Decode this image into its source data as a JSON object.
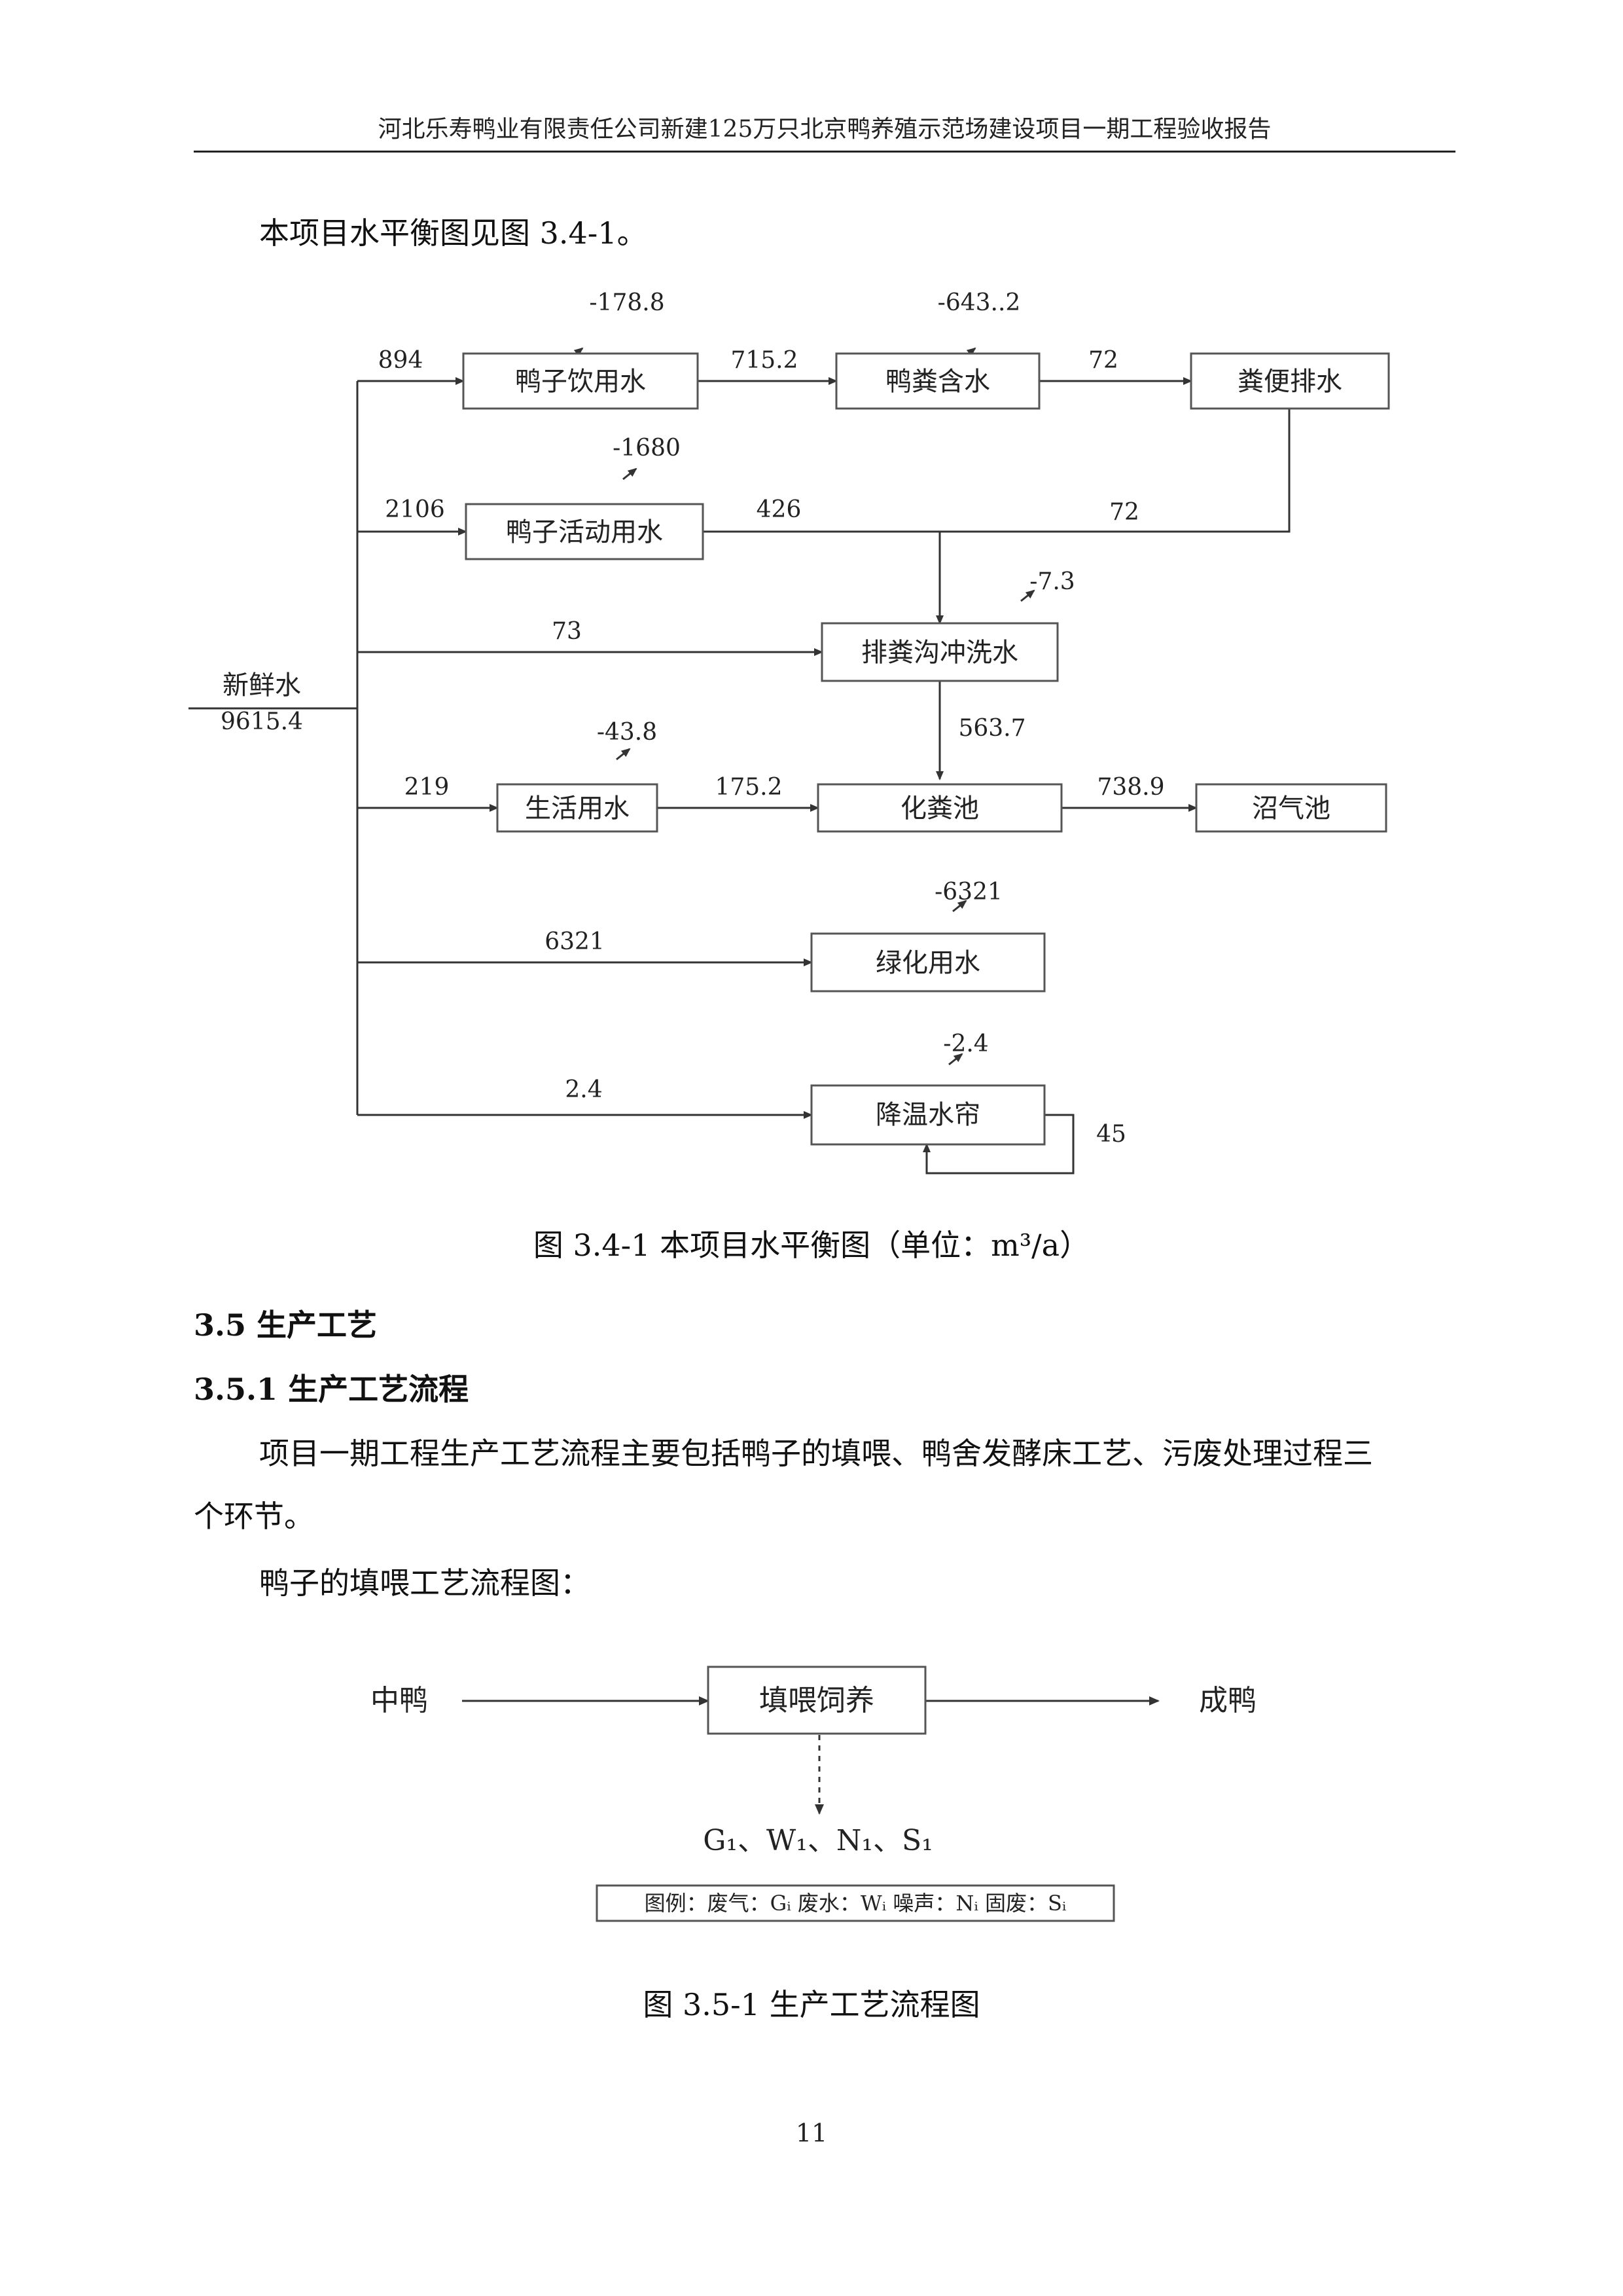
{
  "header": {
    "title": "河北乐寿鸭业有限责任公司新建125万只北京鸭养殖示范场建设项目一期工程验收报告"
  },
  "intro_sentence": "本项目水平衡图见图 3.4-1。",
  "water_diagram": {
    "source": {
      "label": "新鲜水",
      "value": "9615.4"
    },
    "boxes": {
      "duck_drink": "鸭子饮用水",
      "duck_manure_water": "鸭粪含水",
      "feces_drain": "粪便排水",
      "duck_activity": "鸭子活动用水",
      "ditch_flush": "排粪沟冲洗水",
      "domestic": "生活用水",
      "septic": "化粪池",
      "biogas": "沼气池",
      "greening": "绿化用水",
      "cooling_curtain": "降温水帘"
    },
    "flows": {
      "to_drink": "894",
      "drink_loss": "-178.8",
      "drink_to_manure": "715.2",
      "manure_loss": "-643..2",
      "manure_to_feces": "72",
      "to_activity": "2106",
      "activity_loss": "-1680",
      "activity_to_ditch": "426",
      "feces_to_ditch": "72",
      "to_ditch": "73",
      "ditch_loss": "-7.3",
      "ditch_to_septic": "563.7",
      "to_domestic": "219",
      "domestic_loss": "-43.8",
      "domestic_to_septic": "175.2",
      "septic_to_biogas": "738.9",
      "greening_loss": "-6321",
      "to_greening": "6321",
      "curtain_loss": "-2.4",
      "to_curtain": "2.4",
      "curtain_recycle": "45"
    }
  },
  "caption1": "图 3.4-1  本项目水平衡图（单位：m³/a）",
  "section_35": "3.5 生产工艺",
  "section_351": "3.5.1 生产工艺流程",
  "para1_line1": "项目一期工程生产工艺流程主要包括鸭子的填喂、鸭舍发酵床工艺、污废处理过程三",
  "para1_line2": "个环节。",
  "para2": "鸭子的填喂工艺流程图：",
  "process_diagram": {
    "input": "中鸭",
    "process": "填喂饲养",
    "output": "成鸭",
    "emissions": "G₁、W₁、N₁、S₁",
    "legend": "图例：废气：Gᵢ 废水：Wᵢ  噪声：Nᵢ   固废：Sᵢ"
  },
  "caption2": "图 3.5-1  生产工艺流程图",
  "page_number": "11"
}
